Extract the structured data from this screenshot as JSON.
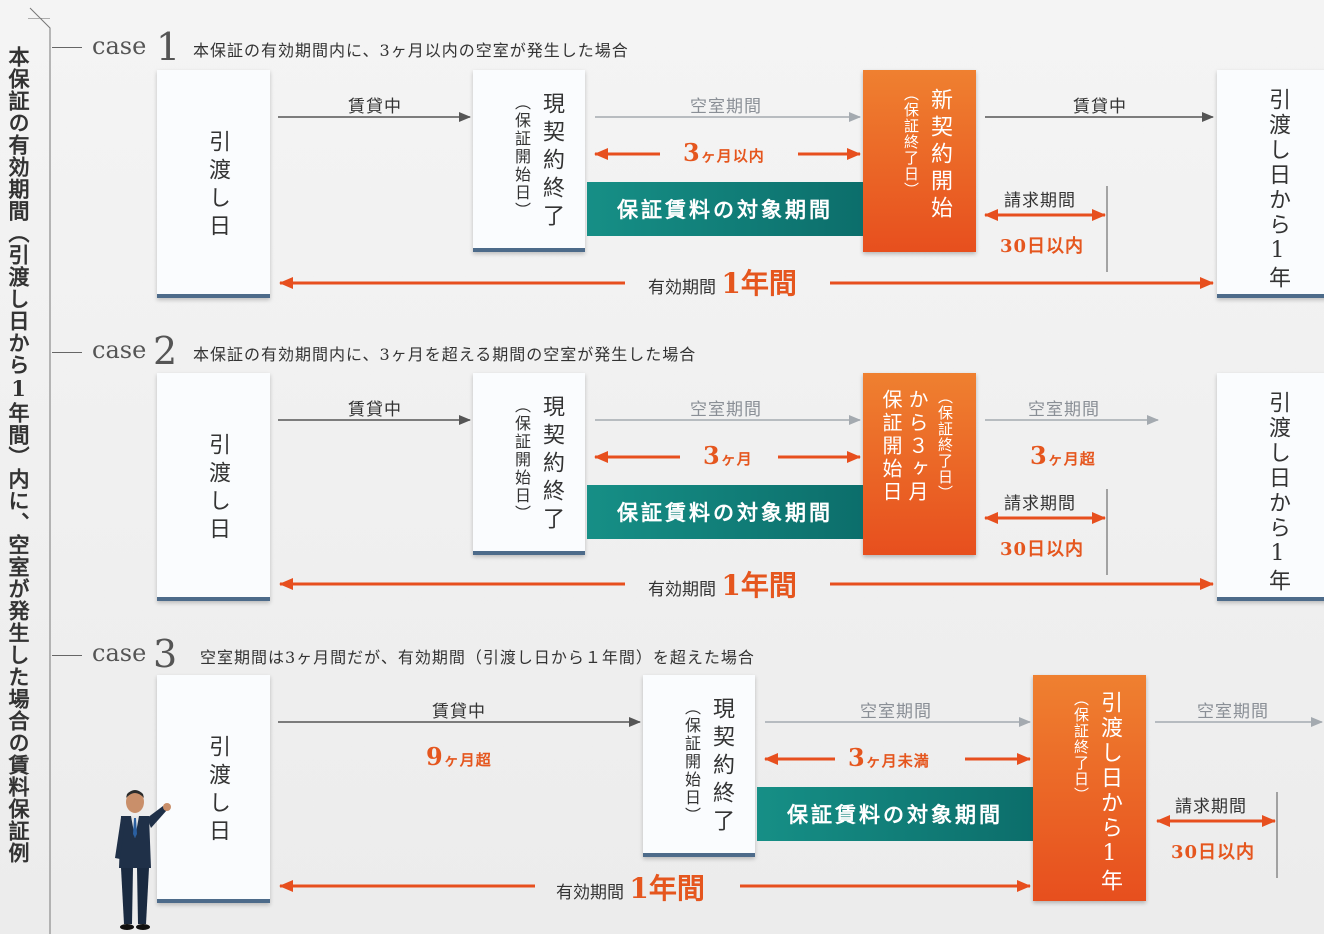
{
  "side_label": "本保証の有効期間（引渡し日から1年間）内に、空室が発生した場合の賃料保証例",
  "colors": {
    "accent_orange": "#e74f1e",
    "teal": "#117a74",
    "card_border": "#4d6b8a",
    "arrow_gray": "#a4aab0",
    "arrow_dark": "#555555"
  },
  "icons": {
    "person": "businessman-pointing-icon"
  },
  "common": {
    "handover": "引渡し日",
    "contract_end_main": "現契約終了",
    "contract_end_sub": "（保証開始日）",
    "target_period": "保証賃料の対象期間",
    "billing_period": "請求期間",
    "within_30": "30日以内",
    "valid_period": "有効期間",
    "one_year": "1年間",
    "renting": "賃貸中",
    "vacancy": "空室期間",
    "one_year_from_handover": "引渡し日から1年",
    "guarantee_end": "（保証終了日）"
  },
  "cases": [
    {
      "word": "case",
      "num": "1",
      "title": "本保証の有効期間内に、3ヶ月以内の空室が発生した場合",
      "months": "3",
      "months_unit": "ヶ月以内",
      "orange_main": "新契約開始"
    },
    {
      "word": "case",
      "num": "2",
      "title": "本保証の有効期間内に、3ヶ月を超える期間の空室が発生した場合",
      "months": "3",
      "months_unit": "ヶ月",
      "orange_line1": "保証開始日",
      "orange_line2": "から３ヶ月",
      "over_num": "3",
      "over_unit": "ヶ月超"
    },
    {
      "word": "case",
      "num": "3",
      "title": "空室期間は3ヶ月間だが、有効期間（引渡し日から１年間）を超えた場合",
      "renting_num": "9",
      "renting_unit": "ヶ月超",
      "months": "3",
      "months_unit": "ヶ月未満",
      "orange_main": "引渡し日から1年"
    }
  ]
}
